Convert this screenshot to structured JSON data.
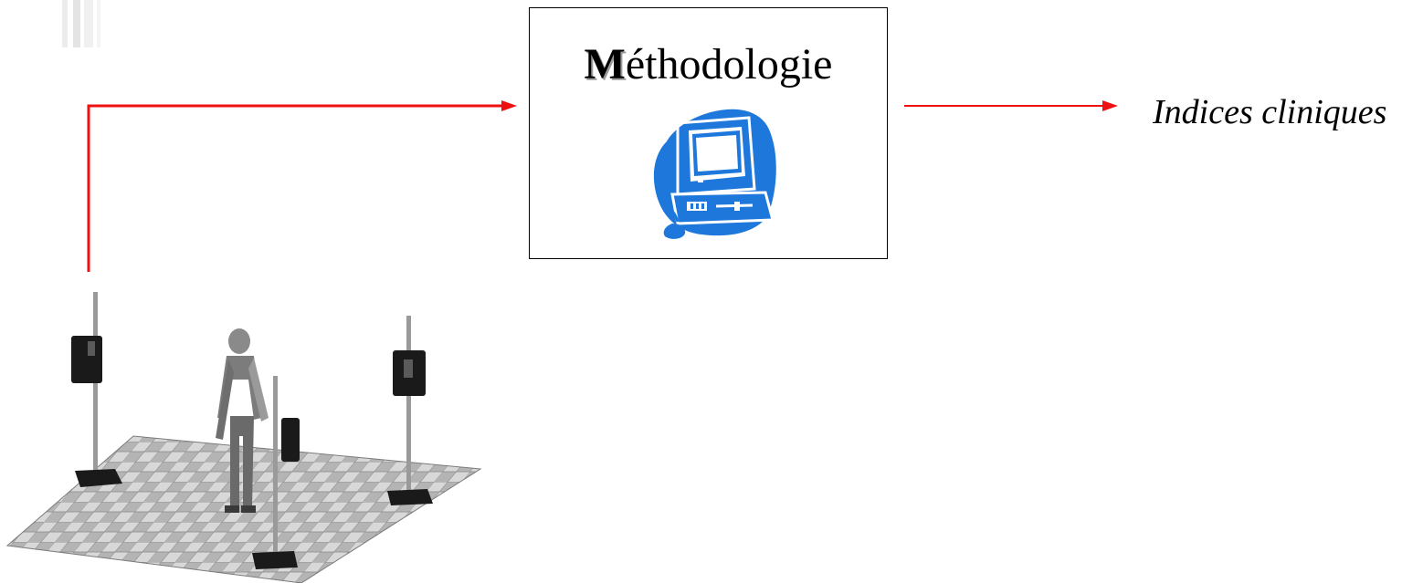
{
  "method_box": {
    "title_initial": "M",
    "title_rest": "éthodologie",
    "icon": "computer-icon"
  },
  "output": {
    "label": "Indices cliniques"
  },
  "colors": {
    "arrow": "#ee1111",
    "icon_blue": "#1e78dc",
    "box_border": "#000000"
  },
  "scene": {
    "icon": "motion-capture-setup-illustration"
  }
}
